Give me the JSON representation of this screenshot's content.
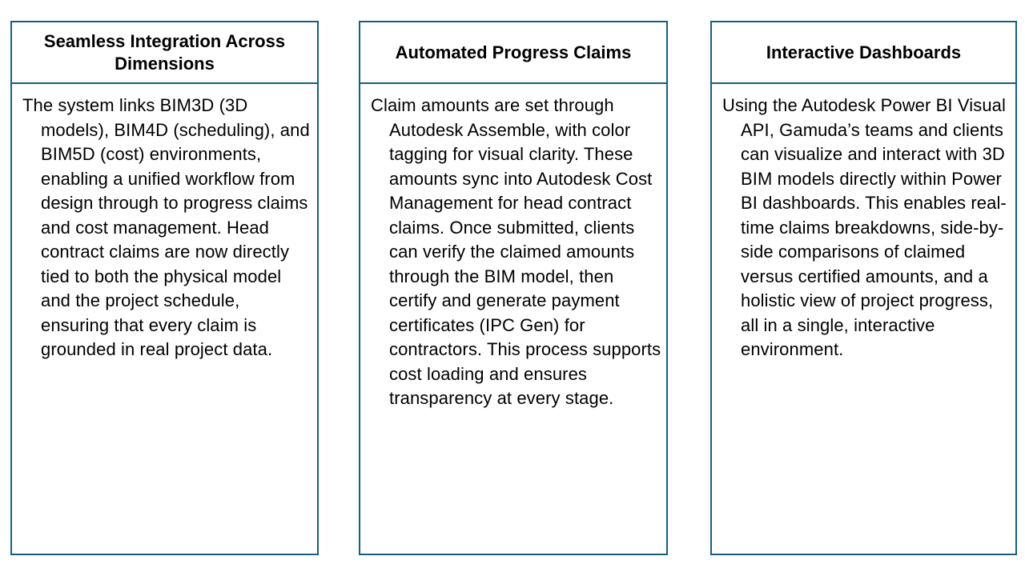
{
  "colors": {
    "border": "#156082",
    "text": "#000000",
    "background": "#FFFFFF"
  },
  "cards": [
    {
      "title": "Seamless Integration Across Dimensions",
      "body": "The system links BIM3D (3D models), BIM4D (scheduling), and BIM5D (cost) environments, enabling a unified workflow from design through to progress claims and cost management. Head contract claims are now directly tied to both the physical model and the project schedule, ensuring that every claim is grounded in real project data."
    },
    {
      "title": "Automated Progress Claims",
      "body": "Claim amounts are set through Autodesk Assemble, with color tagging for visual clarity. These amounts sync into Autodesk Cost Management for head contract claims. Once submitted, clients can verify the claimed amounts through the BIM model, then certify and generate payment certificates (IPC Gen) for contractors. This process supports cost loading and ensures transparency at every stage."
    },
    {
      "title": "Interactive Dashboards",
      "body": "Using the Autodesk Power BI Visual API, Gamuda’s teams and clients can visualize and interact with 3D BIM models directly within Power BI dashboards. This enables real-time claims breakdowns, side-by-side comparisons of claimed versus certified amounts, and a holistic view of project progress, all in a single, interactive environment."
    }
  ]
}
